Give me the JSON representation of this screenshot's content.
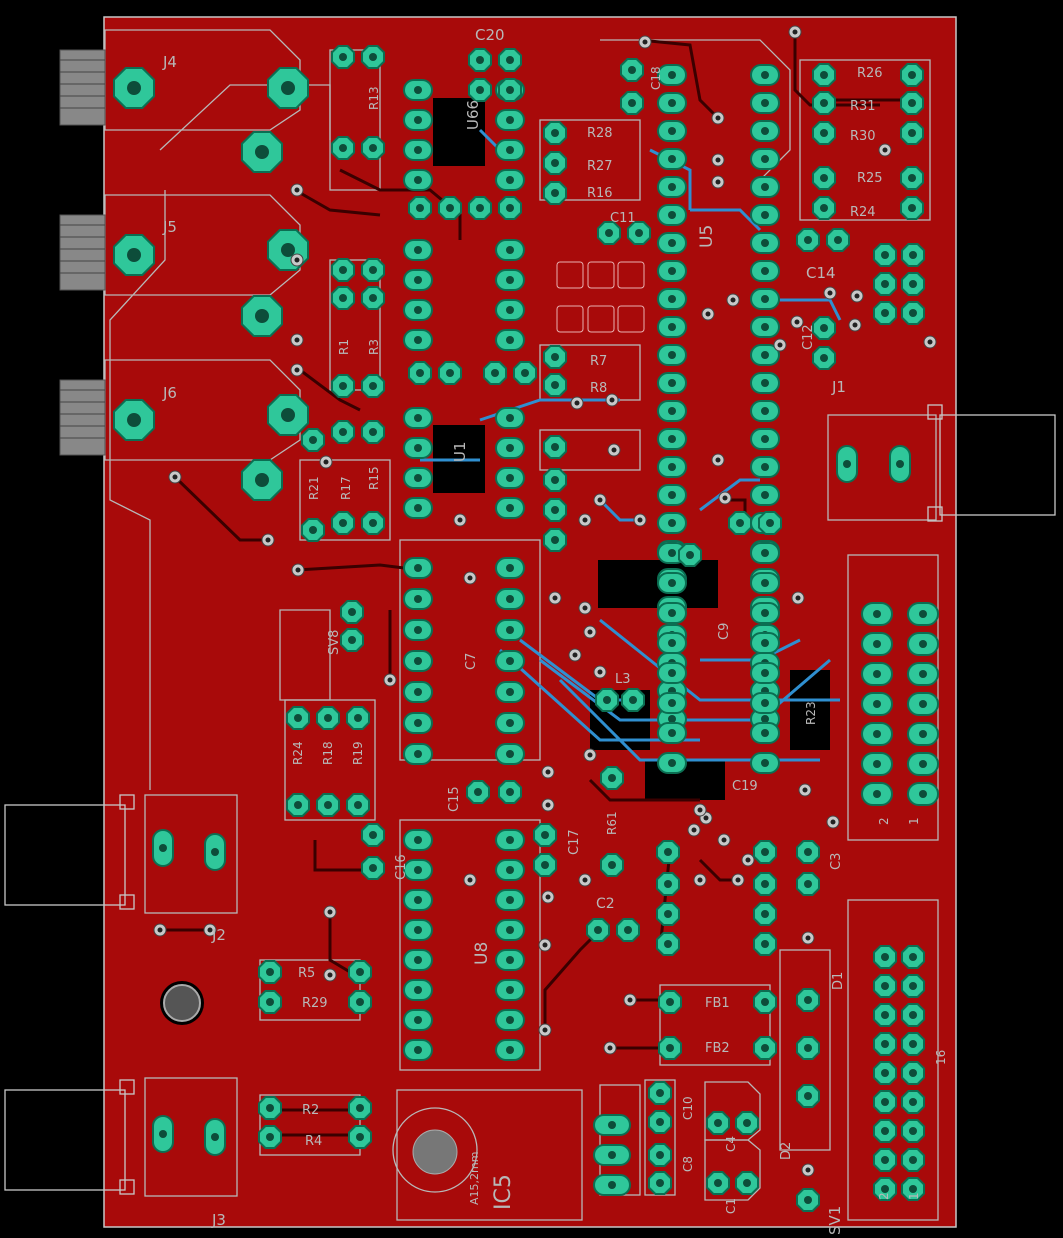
{
  "board": {
    "colors": {
      "background": "#000000",
      "copper_top": "#a80a0a",
      "copper_fill_dark": "#8c0606",
      "trace_bottom": "#2f8fd0",
      "pad": "#2fc79a",
      "pad_ring": "#0b6e52",
      "silkscreen": "#b8b8b8",
      "outline": "#c8c8c8"
    }
  },
  "labels": {
    "J4": "J4",
    "J5": "J5",
    "J6": "J6",
    "J1": "J1",
    "J2": "J2",
    "J3": "J3",
    "C20": "C20",
    "U66": "U66",
    "R28": "R28",
    "R27": "R27",
    "R16": "R16",
    "R26": "R26",
    "R31": "R31",
    "R30": "R30",
    "R25": "R25",
    "R24": "R24",
    "R13": "R13",
    "R1": "R1",
    "R3": "R3",
    "R7": "R7",
    "R8": "R8",
    "U1": "U1",
    "R21": "R21",
    "R17": "R17",
    "R15": "R15",
    "C14": "C14",
    "C18": "C18",
    "C11": "C11",
    "U5": "U5",
    "C12": "C12",
    "SV8": "SV8",
    "C7": "C7",
    "L3": "L3",
    "C9": "C9",
    "R23": "R23",
    "R24b": "R24",
    "R18": "R18",
    "R19": "R19",
    "C15": "C15",
    "C17": "C17",
    "C16": "C16",
    "R61": "R61",
    "C19": "C19",
    "C3": "C3",
    "U8": "U8",
    "C2": "C2",
    "R5": "R5",
    "R29": "R29",
    "FB1": "FB1",
    "FB2": "FB2",
    "D1": "D1",
    "D2": "D2",
    "R2": "R2",
    "R4": "R4",
    "C10": "C10",
    "C8": "C8",
    "C4": "C4",
    "C1": "C1",
    "IC5": "IC5",
    "IC5_size": "A15,2mm",
    "SV1": "SV1",
    "hdr_2": "2",
    "hdr_1": "1",
    "hdr_16": "16",
    "hdr2_2": "2",
    "hdr2_1": "1"
  }
}
